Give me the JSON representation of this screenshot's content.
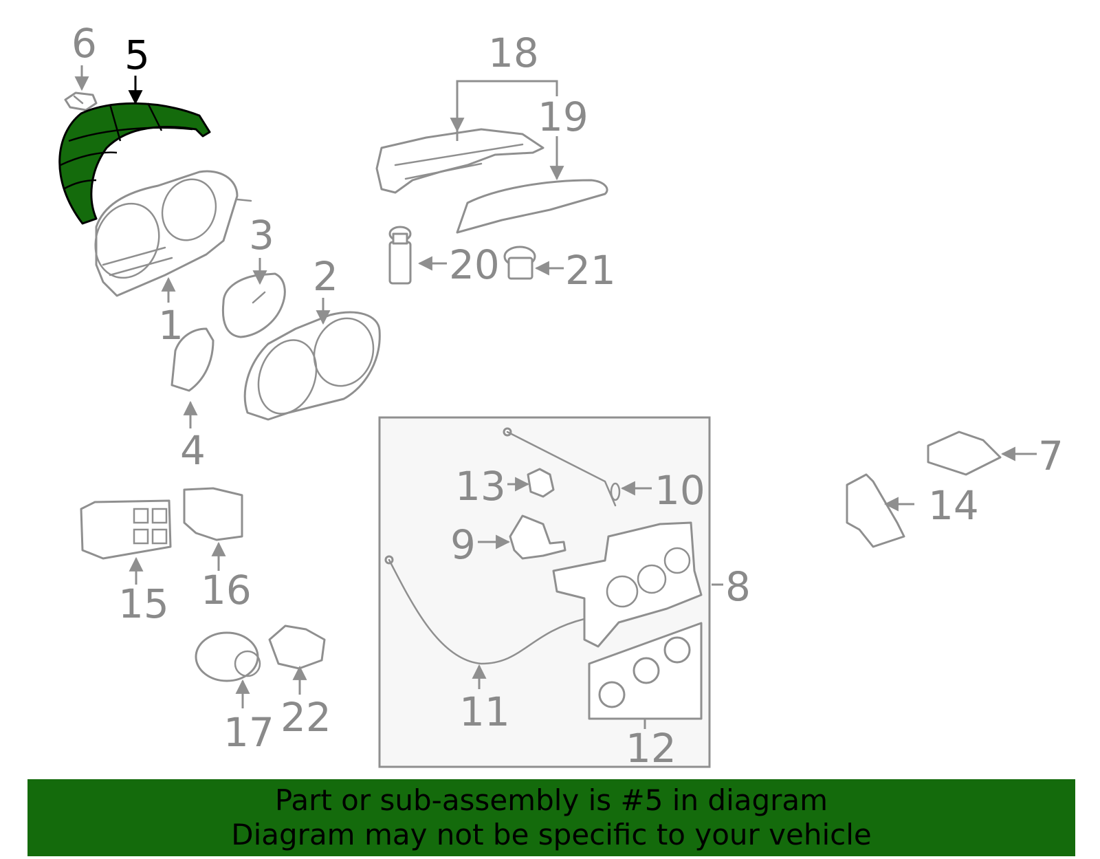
{
  "callouts": {
    "c1": "1",
    "c2": "2",
    "c3": "3",
    "c4": "4",
    "c5": "5",
    "c6": "6",
    "c7": "7",
    "c8": "8",
    "c9": "9",
    "c10": "10",
    "c11": "11",
    "c12": "12",
    "c13": "13",
    "c14": "14",
    "c15": "15",
    "c16": "16",
    "c17": "17",
    "c18": "18",
    "c19": "19",
    "c20": "20",
    "c21": "21",
    "c22": "22"
  },
  "highlight": {
    "part": "5",
    "color": "#146b0c"
  },
  "banner": {
    "line1": "Part or sub-assembly is #5 in diagram",
    "line2": "Diagram may not be specific to your vehicle"
  }
}
